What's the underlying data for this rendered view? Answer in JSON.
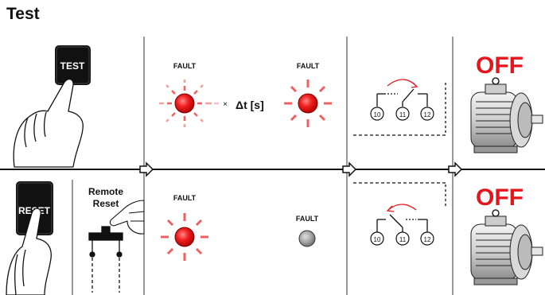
{
  "title": "Test",
  "test_button": "TEST",
  "reset_button": "RESET",
  "remote_reset": {
    "line1": "Remote",
    "line2": "Reset"
  },
  "fault_label": "FAULT",
  "multiply_sign": "×",
  "delay": "Δt [s]",
  "off_label": "OFF",
  "terminals": [
    "10",
    "11",
    "12"
  ],
  "colors": {
    "fault_red": "#e8141b",
    "off_red": "#e8141b",
    "glow": "#f06060",
    "off_lamp": "#9a9a9a",
    "button_black": "#111111"
  }
}
